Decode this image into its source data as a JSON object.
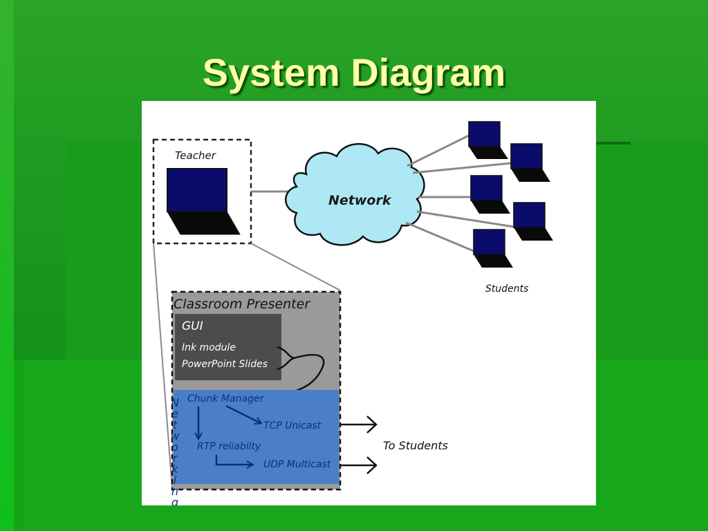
{
  "slide": {
    "title": "System Diagram"
  },
  "diagram": {
    "teacher_label": "Teacher",
    "network_label": "Network",
    "students_label": "Students",
    "classroom_presenter_label": "Classroom Presenter",
    "gui": {
      "title": "GUI",
      "items": [
        "Ink module",
        "PowerPoint Slides"
      ]
    },
    "networking": {
      "vertical_label": "Networking",
      "chunk_manager": "Chunk Manager",
      "tcp_unicast": "TCP Unicast",
      "rtp_reliability": "RTP reliabilty",
      "udp_multicast": "UDP Multicast"
    },
    "to_students_label": "To Students",
    "colors": {
      "laptop_screen": "#0b0b6b",
      "cloud_fill": "#aee8f5",
      "presenter_gray": "#9a9a9a",
      "gui_dark": "#4c4c4c",
      "networking_blue": "#4a7fc8",
      "networking_text": "#0b2e7a"
    }
  }
}
